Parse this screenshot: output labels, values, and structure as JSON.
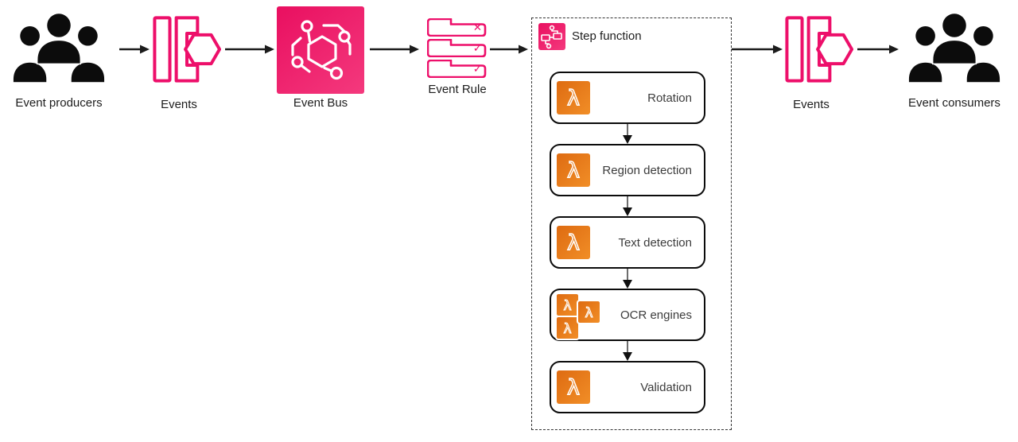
{
  "diagram": {
    "type": "event-driven-architecture-flow",
    "colors": {
      "pink_stroke": "#ED0F6A",
      "pink_fill_start": "#E90F60",
      "pink_fill_end": "#F4397D",
      "orange_start": "#DE6B11",
      "orange_end": "#F18E27",
      "icon_black": "#0C0C0C",
      "connector": "#1C1C1C",
      "label_text": "#1D1D1D",
      "step_label_text": "#3C3C3C"
    },
    "nodes": {
      "event_producers": {
        "label": "Event producers",
        "icon": "users-icon"
      },
      "events_in": {
        "label": "Events",
        "icon": "event-icon"
      },
      "event_bus": {
        "label": "Event Bus",
        "icon": "eventbridge-bus-icon"
      },
      "event_rule": {
        "label": "Event Rule",
        "icon": "event-rule-icon",
        "marks": [
          "✕",
          "✓",
          "✓"
        ]
      },
      "step_function": {
        "label": "Step function",
        "icon": "step-functions-icon",
        "steps": [
          {
            "label": "Rotation",
            "lambda_count": 1
          },
          {
            "label": "Region detection",
            "lambda_count": 1
          },
          {
            "label": "Text detection",
            "lambda_count": 1
          },
          {
            "label": "OCR engines",
            "lambda_count": 3
          },
          {
            "label": "Validation",
            "lambda_count": 1
          }
        ]
      },
      "events_out": {
        "label": "Events",
        "icon": "event-icon"
      },
      "event_consumers": {
        "label": "Event consumers",
        "icon": "users-icon"
      }
    },
    "flow_order": [
      "event_producers",
      "events_in",
      "event_bus",
      "event_rule",
      "step_function",
      "events_out",
      "event_consumers"
    ]
  }
}
